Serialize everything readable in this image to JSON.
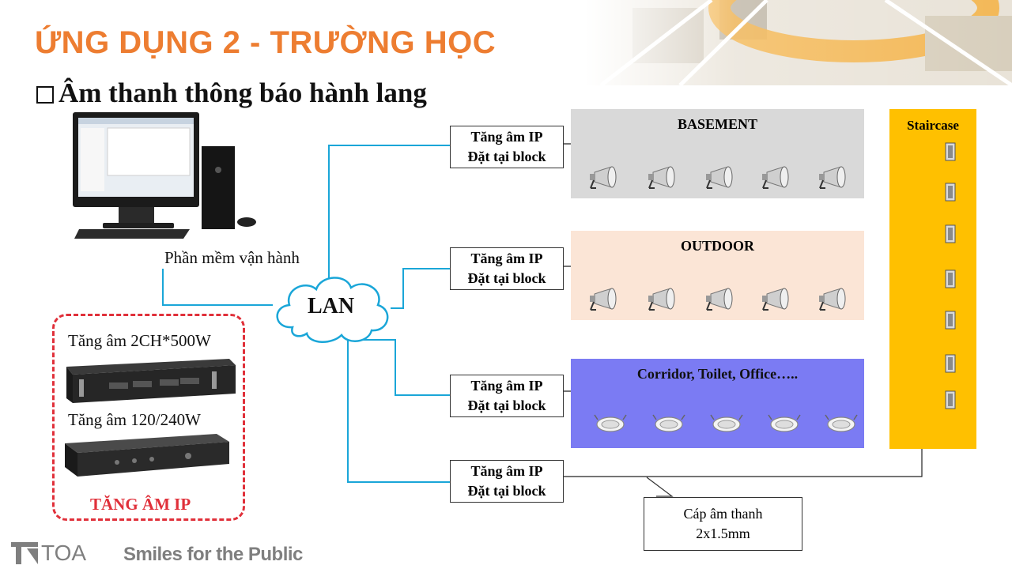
{
  "slide": {
    "title": "ỨNG DỤNG 2 - TRƯỜNG HỌC",
    "subtitle": "Âm thanh thông báo hành lang"
  },
  "pc": {
    "label": "Phần mềm vận hành"
  },
  "lan": {
    "label": "LAN"
  },
  "amplifiers_panel": {
    "amp1_label": "Tăng âm 2CH*500W",
    "amp2_label": "Tăng âm 120/240W",
    "caption": "TĂNG ÂM IP"
  },
  "ip_amp_boxes": [
    {
      "line1": "Tăng âm IP",
      "line2": "Đặt tại block"
    },
    {
      "line1": "Tăng âm IP",
      "line2": "Đặt tại block"
    },
    {
      "line1": "Tăng âm IP",
      "line2": "Đặt tại block"
    },
    {
      "line1": "Tăng âm IP",
      "line2": "Đặt tại block"
    }
  ],
  "zones": {
    "basement": {
      "title": "BASEMENT",
      "color": "#d9d9d9",
      "speaker_count": 5
    },
    "outdoor": {
      "title": "OUTDOOR",
      "color": "#fbe5d6",
      "speaker_count": 5
    },
    "corridor": {
      "title": "Corridor, Toilet, Office…..",
      "color": "#7b7bf3",
      "speaker_count": 5
    },
    "staircase": {
      "title": "Staircase",
      "color": "#ffc000",
      "speaker_count": 7
    }
  },
  "cable_note": {
    "line1": "Cáp âm thanh",
    "line2": "2x1.5mm"
  },
  "footer": {
    "logo": "TOA",
    "slogan": "Smiles for the Public"
  },
  "colors": {
    "accent": "#ED7D31",
    "network_line": "#1aa6d8",
    "amp_caption": "#e0303a"
  }
}
